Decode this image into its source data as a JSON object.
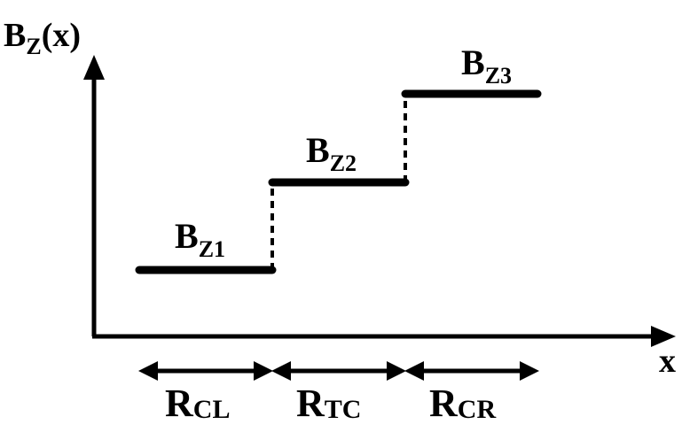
{
  "axes": {
    "y_label": {
      "main": "B",
      "sub": "Z",
      "suffix": "(x)"
    },
    "x_label": "x"
  },
  "levels": [
    {
      "main": "B",
      "sub": "Z1"
    },
    {
      "main": "B",
      "sub": "Z2"
    },
    {
      "main": "B",
      "sub": "Z3"
    }
  ],
  "regions": [
    {
      "main": "R",
      "sub": "CL"
    },
    {
      "main": "R",
      "sub": "TC"
    },
    {
      "main": "R",
      "sub": "CR"
    }
  ],
  "colors": {
    "ink": "#000000",
    "background": "#ffffff"
  }
}
